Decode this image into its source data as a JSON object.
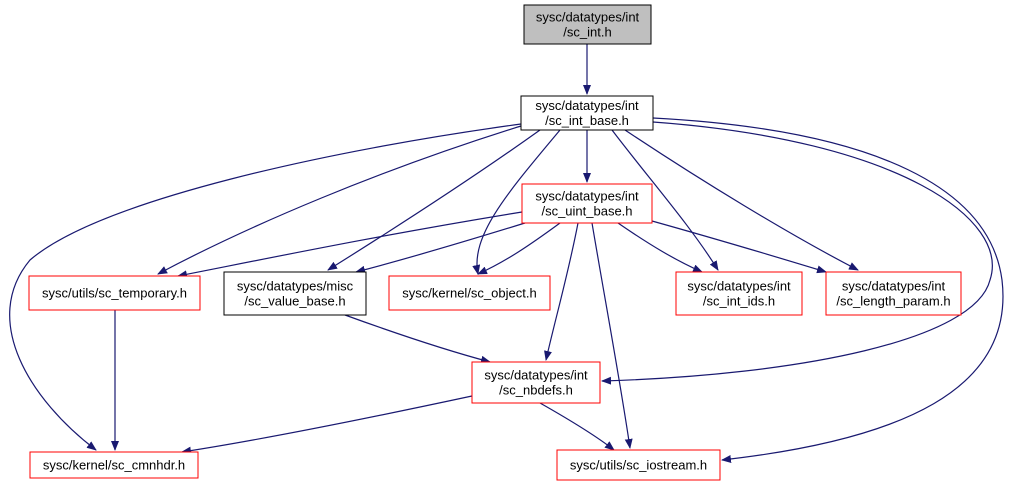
{
  "colors": {
    "edge": "#191970",
    "root_fill": "#bfbfbf",
    "border_default": "#000000",
    "border_truncated": "#ff0000",
    "node_fill": "#ffffff"
  },
  "nodes": {
    "sc_int": {
      "lines": [
        "sysc/datatypes/int",
        "/sc_int.h"
      ],
      "style": "root"
    },
    "sc_int_base": {
      "lines": [
        "sysc/datatypes/int",
        "/sc_int_base.h"
      ],
      "style": "normal"
    },
    "sc_uint_base": {
      "lines": [
        "sysc/datatypes/int",
        "/sc_uint_base.h"
      ],
      "style": "truncated"
    },
    "sc_temporary": {
      "lines": [
        "sysc/utils/sc_temporary.h"
      ],
      "style": "truncated"
    },
    "sc_value_base": {
      "lines": [
        "sysc/datatypes/misc",
        "/sc_value_base.h"
      ],
      "style": "normal"
    },
    "sc_object": {
      "lines": [
        "sysc/kernel/sc_object.h"
      ],
      "style": "truncated"
    },
    "sc_int_ids": {
      "lines": [
        "sysc/datatypes/int",
        "/sc_int_ids.h"
      ],
      "style": "truncated"
    },
    "sc_length_param": {
      "lines": [
        "sysc/datatypes/int",
        "/sc_length_param.h"
      ],
      "style": "truncated"
    },
    "sc_nbdefs": {
      "lines": [
        "sysc/datatypes/int",
        "/sc_nbdefs.h"
      ],
      "style": "truncated"
    },
    "sc_cmnhdr": {
      "lines": [
        "sysc/kernel/sc_cmnhdr.h"
      ],
      "style": "truncated"
    },
    "sc_iostream": {
      "lines": [
        "sysc/utils/sc_iostream.h"
      ],
      "style": "truncated"
    }
  },
  "edges": [
    [
      "sc_int",
      "sc_int_base"
    ],
    [
      "sc_int_base",
      "sc_uint_base"
    ],
    [
      "sc_int_base",
      "sc_temporary"
    ],
    [
      "sc_int_base",
      "sc_value_base"
    ],
    [
      "sc_int_base",
      "sc_object"
    ],
    [
      "sc_int_base",
      "sc_int_ids"
    ],
    [
      "sc_int_base",
      "sc_length_param"
    ],
    [
      "sc_int_base",
      "sc_nbdefs"
    ],
    [
      "sc_int_base",
      "sc_cmnhdr"
    ],
    [
      "sc_int_base",
      "sc_iostream"
    ],
    [
      "sc_uint_base",
      "sc_temporary"
    ],
    [
      "sc_uint_base",
      "sc_value_base"
    ],
    [
      "sc_uint_base",
      "sc_object"
    ],
    [
      "sc_uint_base",
      "sc_int_ids"
    ],
    [
      "sc_uint_base",
      "sc_length_param"
    ],
    [
      "sc_uint_base",
      "sc_nbdefs"
    ],
    [
      "sc_uint_base",
      "sc_iostream"
    ],
    [
      "sc_temporary",
      "sc_cmnhdr"
    ],
    [
      "sc_value_base",
      "sc_nbdefs"
    ],
    [
      "sc_nbdefs",
      "sc_cmnhdr"
    ],
    [
      "sc_nbdefs",
      "sc_iostream"
    ]
  ]
}
